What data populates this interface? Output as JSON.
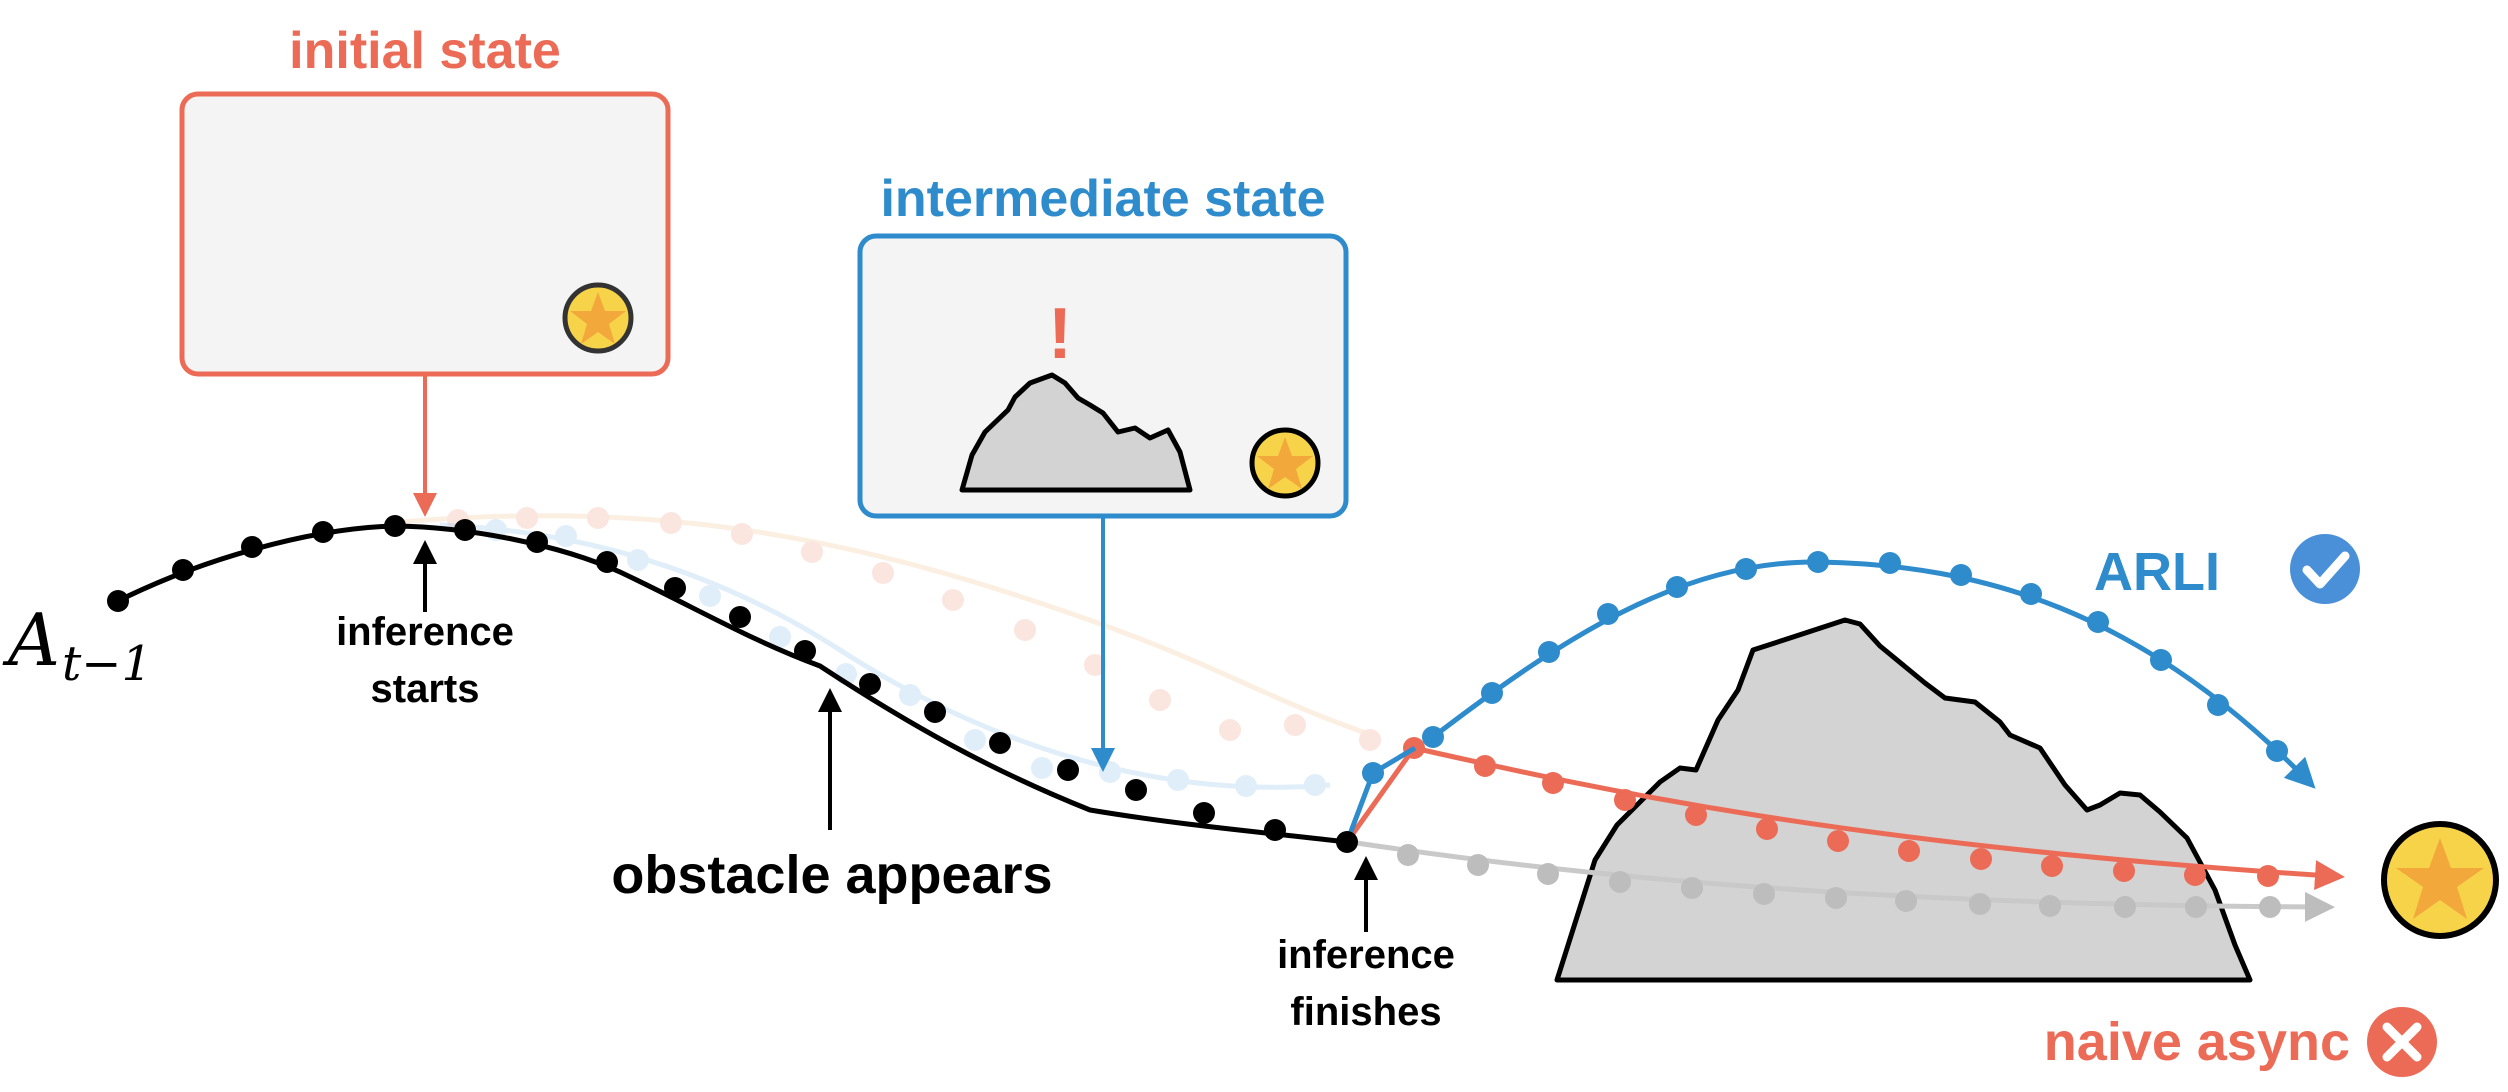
{
  "labels": {
    "initial_state": "initial state",
    "intermediate_state": "intermediate state",
    "inference_starts_line1": "inference",
    "inference_starts_line2": "starts",
    "obstacle_appears": "obstacle appears",
    "inference_finishes_line1": "inference",
    "inference_finishes_line2": "finishes",
    "arli": "ARLI",
    "naive_async": "naive async",
    "action_chunk_symbol": "A",
    "action_chunk_subscript": "t−1",
    "alert_mark": "!"
  },
  "colors": {
    "initial": "#EC6B56",
    "intermediate": "#2E8BCC",
    "executed": "#000000",
    "discarded": "#B5B5B5",
    "obstacle_fill": "#D3D3D3",
    "panel_fill": "#F4F4F4",
    "goal_fill": "#F7D34A",
    "goal_star": "#F2A83A",
    "arli_badge": "#4A90D9",
    "naive_badge": "#EC6B56"
  },
  "icons": {
    "goal": "star-icon",
    "success": "check-icon",
    "failure": "x-icon",
    "obstacle": "rock-icon",
    "alert": "exclamation-icon"
  }
}
